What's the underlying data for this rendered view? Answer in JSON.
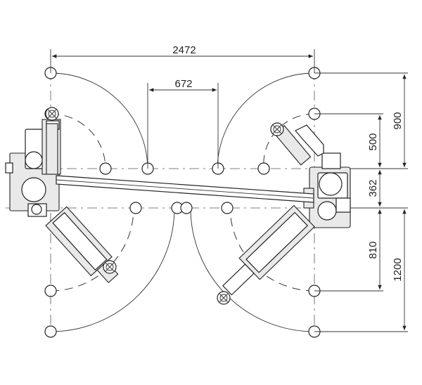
{
  "dimensions": {
    "overall_width": "2472",
    "inner_width": "672",
    "right_top": "900",
    "right_upper": "500",
    "right_mid": "362",
    "right_lower": "810",
    "right_bottom": "1200"
  }
}
